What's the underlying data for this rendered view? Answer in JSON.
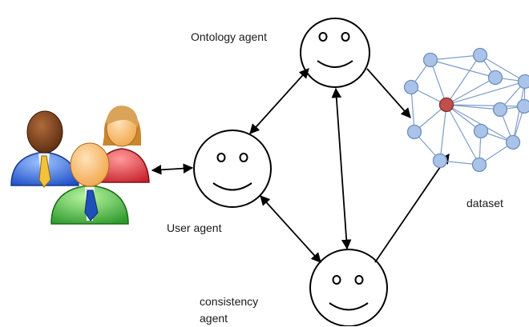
{
  "agents": {
    "ontology": {
      "label": "Ontology agent"
    },
    "user": {
      "label": "User agent"
    },
    "consistency": {
      "label_line1": "consistency",
      "label_line2": "agent"
    }
  },
  "dataset": {
    "label": "dataset"
  },
  "colors": {
    "line": "#000000",
    "node_fill": "#a9c4e8",
    "node_stroke": "#6f8fbf",
    "hub_fill": "#c0504d",
    "edge": "#7f9cc9"
  },
  "icons": {
    "users_group": "users-group-icon",
    "network": "network-graph-icon"
  }
}
